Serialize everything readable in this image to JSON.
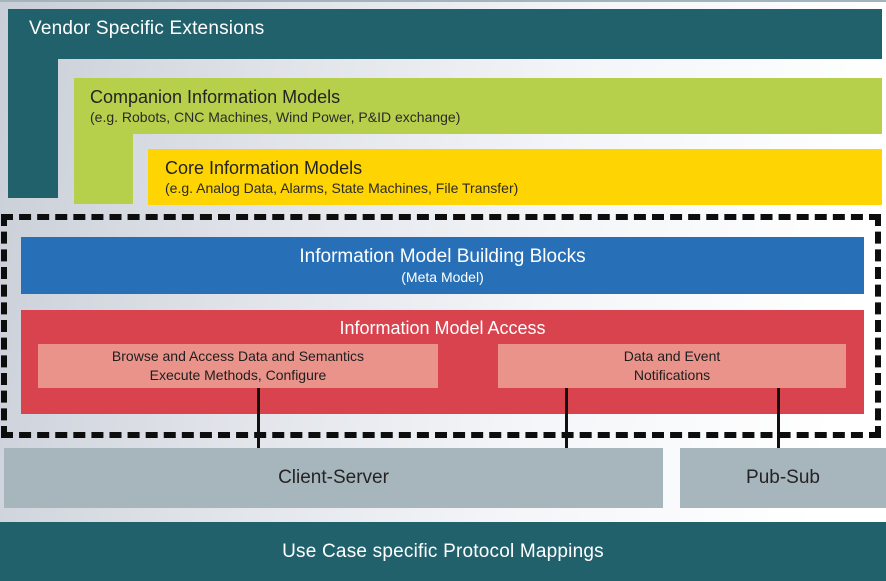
{
  "colors": {
    "teal": "#21616c",
    "green": "#b6d04b",
    "yellow": "#ffd403",
    "blue": "#2770b7",
    "red": "#d9434e",
    "salmon": "#e9938b",
    "gray": "#a7b5bd",
    "connector_black": "#101010"
  },
  "layers": {
    "vendor": {
      "title": "Vendor Specific Extensions"
    },
    "companion": {
      "title": "Companion Information Models",
      "subtitle": "(e.g. Robots, CNC Machines, Wind Power, P&ID exchange)"
    },
    "core": {
      "title": "Core Information Models",
      "subtitle": "(e.g. Analog Data, Alarms, State Machines, File Transfer)"
    },
    "building_blocks": {
      "title": "Information Model Building Blocks",
      "subtitle": "(Meta Model)"
    },
    "access": {
      "title": "Information Model Access",
      "browse": {
        "line1": "Browse and Access Data and Semantics",
        "line2": "Execute Methods, Configure"
      },
      "notifications": {
        "line1": "Data and Event",
        "line2": "Notifications"
      }
    },
    "transport": {
      "client_server": "Client-Server",
      "pub_sub": "Pub-Sub"
    },
    "mappings": {
      "title": "Use Case specific Protocol Mappings"
    }
  }
}
